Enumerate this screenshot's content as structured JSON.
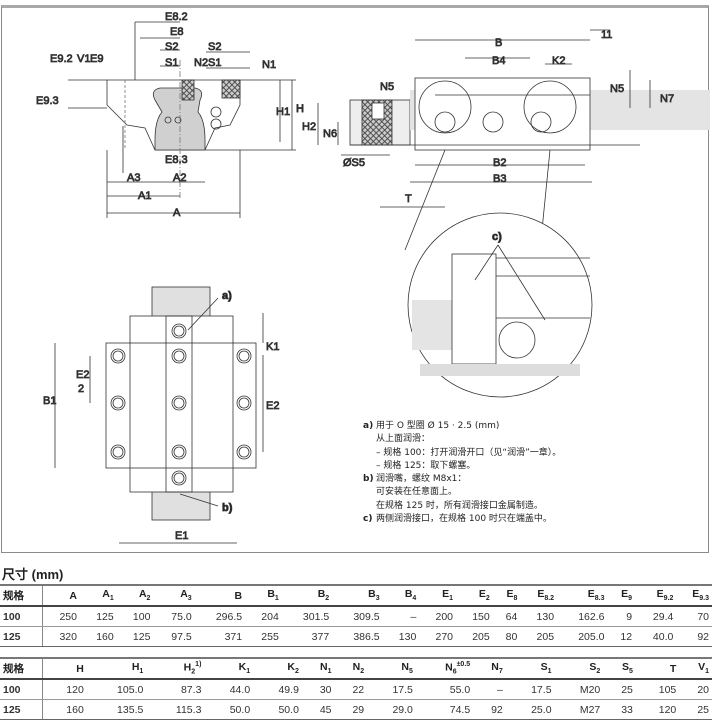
{
  "drawing": {
    "front_view_labels": [
      "E8.2",
      "E8",
      "S2",
      "S1",
      "N2",
      "S2",
      "S1",
      "N1",
      "E9.2",
      "V1",
      "E9",
      "E9.3",
      "H",
      "H1",
      "E8.3",
      "A3",
      "A2",
      "A1",
      "A"
    ],
    "side_view_labels": [
      "B",
      "11",
      "B4",
      "K2",
      "N5",
      "N5",
      "N7",
      "H",
      "H2",
      "N6",
      "ØS5",
      "B2",
      "B3",
      "T"
    ],
    "top_view_labels": [
      "a)",
      "K1",
      "E2",
      "2",
      "B1",
      "E2",
      "b)",
      "E1"
    ],
    "detail_label": "c)"
  },
  "notes": [
    {
      "key": "a)",
      "lines": [
        "用于 O 型圈 Ø 15 · 2.5 (mm)",
        "从上面润滑：",
        "– 规格 100：打开润滑开口（见“润滑”一章）。",
        "– 规格 125：取下螺塞。"
      ]
    },
    {
      "key": "b)",
      "lines": [
        "润滑嘴，螺纹 M8x1：",
        "可安装在任意面上。",
        "在规格 125 时，所有润滑接口金属制造。"
      ]
    },
    {
      "key": "c)",
      "lines": [
        "两侧润滑接口，在规格 100 时只在端盖中。"
      ]
    }
  ],
  "dimensions_title": "尺寸 (mm)",
  "table1": {
    "headers": [
      {
        "b": "规格"
      },
      {
        "b": "A"
      },
      {
        "b": "A",
        "s": "1"
      },
      {
        "b": "A",
        "s": "2"
      },
      {
        "b": "A",
        "s": "3"
      },
      {
        "b": "B"
      },
      {
        "b": "B",
        "s": "1"
      },
      {
        "b": "B",
        "s": "2"
      },
      {
        "b": "B",
        "s": "3"
      },
      {
        "b": "B",
        "s": "4"
      },
      {
        "b": "E",
        "s": "1"
      },
      {
        "b": "E",
        "s": "2"
      },
      {
        "b": "E",
        "s": "8"
      },
      {
        "b": "E",
        "s": "8.2"
      },
      {
        "b": "E",
        "s": "8.3"
      },
      {
        "b": "E",
        "s": "9"
      },
      {
        "b": "E",
        "s": "9.2"
      },
      {
        "b": "E",
        "s": "9.3"
      }
    ],
    "rows": [
      [
        "100",
        "250",
        "125",
        "100",
        "75.0",
        "296.5",
        "204",
        "301.5",
        "309.5",
        "–",
        "200",
        "150",
        "64",
        "130",
        "162.6",
        "9",
        "29.4",
        "70"
      ],
      [
        "125",
        "320",
        "160",
        "125",
        "97.5",
        "371",
        "255",
        "377",
        "386.5",
        "130",
        "270",
        "205",
        "80",
        "205",
        "205.0",
        "12",
        "40.0",
        "92"
      ]
    ]
  },
  "table2": {
    "headers": [
      {
        "b": "规格"
      },
      {
        "b": "H"
      },
      {
        "b": "H",
        "s": "1"
      },
      {
        "b": "H",
        "s": "2",
        "p": "1)"
      },
      {
        "b": "K",
        "s": "1"
      },
      {
        "b": "K",
        "s": "2"
      },
      {
        "b": "N",
        "s": "1"
      },
      {
        "b": "N",
        "s": "2"
      },
      {
        "b": "N",
        "s": "5"
      },
      {
        "b": "N",
        "s": "6",
        "p": "±0.5"
      },
      {
        "b": "N",
        "s": "7"
      },
      {
        "b": "S",
        "s": "1"
      },
      {
        "b": "S",
        "s": "2"
      },
      {
        "b": "S",
        "s": "5"
      },
      {
        "b": "T"
      },
      {
        "b": "V",
        "s": "1"
      }
    ],
    "rows": [
      [
        "100",
        "120",
        "105.0",
        "87.3",
        "44.0",
        "49.9",
        "30",
        "22",
        "17.5",
        "55.0",
        "–",
        "17.5",
        "M20",
        "25",
        "105",
        "20"
      ],
      [
        "125",
        "160",
        "135.5",
        "115.3",
        "50.0",
        "50.0",
        "45",
        "29",
        "29.0",
        "74.5",
        "92",
        "25.0",
        "M27",
        "33",
        "120",
        "25"
      ]
    ]
  }
}
